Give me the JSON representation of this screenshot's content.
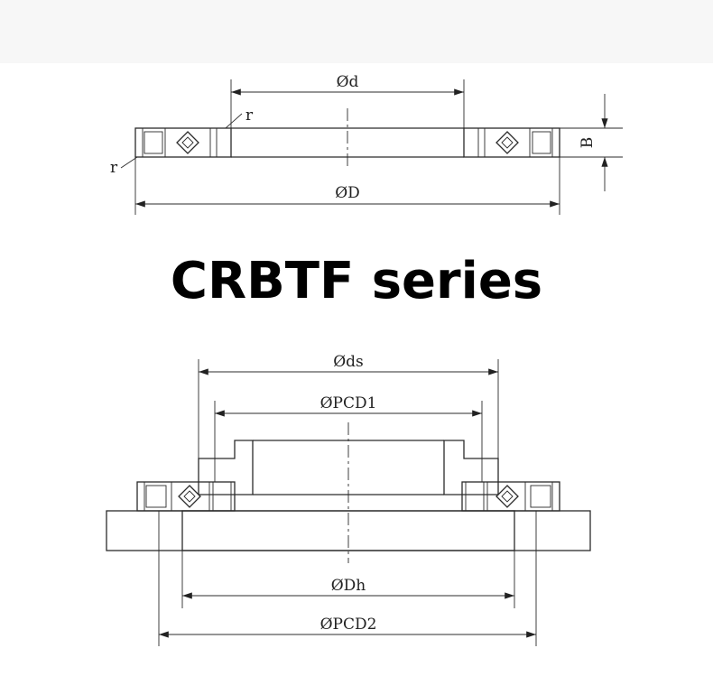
{
  "title": "CRBTF series",
  "top_drawing": {
    "dim_inner_diameter": "Ød",
    "dim_outer_diameter": "ØD",
    "dim_width": "B",
    "fillet_label_upper": "r",
    "fillet_label_lower": "r"
  },
  "bottom_drawing": {
    "dim_shaft_diameter": "Øds",
    "dim_pcd1": "ØPCD1",
    "dim_housing_diameter": "ØDh",
    "dim_pcd2": "ØPCD2"
  }
}
